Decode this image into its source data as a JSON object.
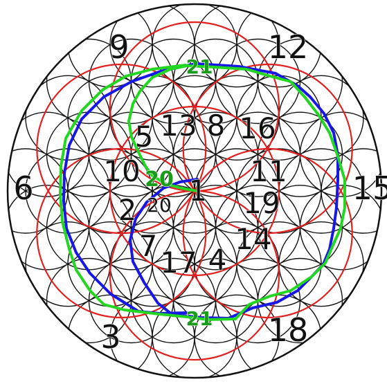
{
  "colors": {
    "background": "#ffffff",
    "outline": "#111111",
    "red_circles": "#e32020",
    "blue_path": "#1717e6",
    "green_path": "#22d622"
  },
  "labels": {
    "n1": "1",
    "n2": "2",
    "n3": "3",
    "n4": "4",
    "n5": "5",
    "n6": "6",
    "n7": "7",
    "n8": "8",
    "n9": "9",
    "n10": "10",
    "n11": "11",
    "n12": "12",
    "n13": "13",
    "n14": "14",
    "n15": "15",
    "n16": "16",
    "n17": "17",
    "n18": "18",
    "n19": "19",
    "n20_green": "20",
    "n20_black": "20",
    "n21_top": "21",
    "n21_bottom": "21"
  }
}
